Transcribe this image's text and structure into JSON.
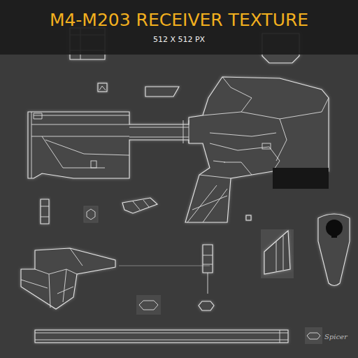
{
  "diagram": {
    "title": "M4-M203 RECEIVER TEXTURE",
    "caption": "512 X 512 PX",
    "labels": [
      "Spicer"
    ]
  }
}
